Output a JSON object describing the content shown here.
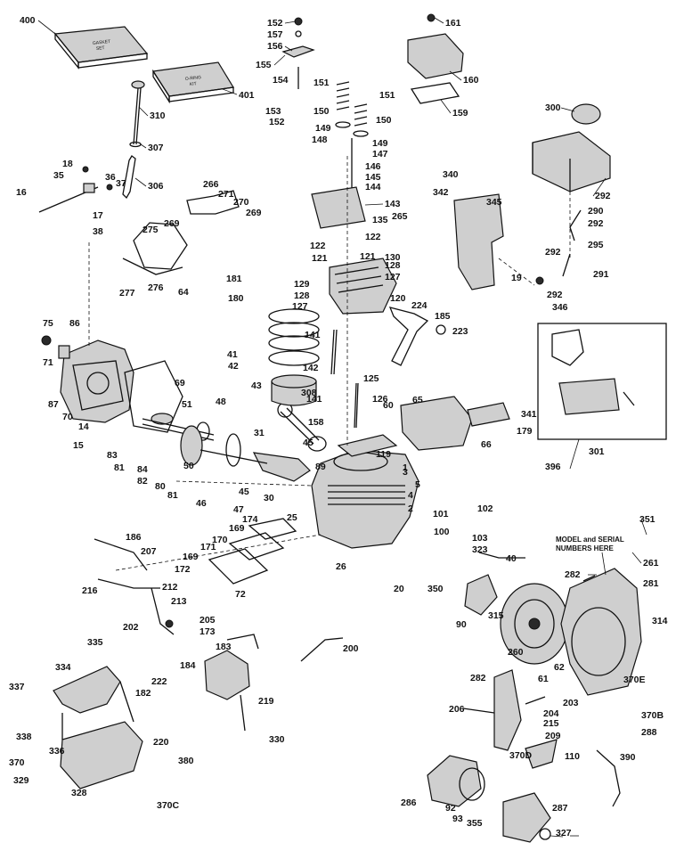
{
  "note": {
    "line1": "MODEL and SERIAL",
    "line2": "NUMBERS HERE"
  },
  "kits": {
    "gasket_box": [
      "GASKET",
      "SET"
    ],
    "oring_box": [
      "O-RING",
      "KIT"
    ]
  },
  "callouts": [
    "400",
    "401",
    "310",
    "307",
    "306",
    "18",
    "35",
    "36",
    "37",
    "16",
    "17",
    "38",
    "266",
    "271",
    "270",
    "275",
    "269",
    "269",
    "277",
    "276",
    "64",
    "75",
    "86",
    "71",
    "87",
    "70",
    "69",
    "14",
    "15",
    "51",
    "48",
    "50",
    "31",
    "45",
    "83",
    "81",
    "84",
    "82",
    "80",
    "81",
    "46",
    "47",
    "45",
    "30",
    "152",
    "157",
    "156",
    "155",
    "154",
    "151",
    "151",
    "153",
    "152",
    "150",
    "150",
    "149",
    "148",
    "149",
    "147",
    "146",
    "145",
    "144",
    "143",
    "161",
    "160",
    "159",
    "122",
    "121",
    "122",
    "121",
    "130",
    "128",
    "127",
    "129",
    "128",
    "127",
    "120",
    "181",
    "180",
    "135",
    "265",
    "224",
    "185",
    "223",
    "141",
    "142",
    "141",
    "125",
    "126",
    "158",
    "119",
    "89",
    "1",
    "3",
    "5",
    "4",
    "2",
    "25",
    "101",
    "102",
    "100",
    "103",
    "323",
    "40",
    "42",
    "41",
    "43",
    "308",
    "65",
    "60",
    "66",
    "341",
    "179",
    "396",
    "301",
    "300",
    "292",
    "290",
    "292",
    "295",
    "292",
    "291",
    "292",
    "346",
    "340",
    "342",
    "345",
    "19",
    "186",
    "207",
    "216",
    "212",
    "213",
    "202",
    "205",
    "173",
    "172",
    "169",
    "171",
    "170",
    "169",
    "174",
    "72",
    "26",
    "20",
    "350",
    "351",
    "261",
    "282",
    "281",
    "314",
    "315",
    "90",
    "260",
    "370E",
    "335",
    "334",
    "337",
    "338",
    "336",
    "370",
    "329",
    "328",
    "370C",
    "220",
    "380",
    "184",
    "183",
    "222",
    "182",
    "219",
    "330",
    "200",
    "282",
    "61",
    "62",
    "203",
    "204",
    "215",
    "209",
    "206",
    "370D",
    "370B",
    "288",
    "286",
    "92",
    "93",
    "355",
    "110",
    "390",
    "287",
    "327"
  ]
}
